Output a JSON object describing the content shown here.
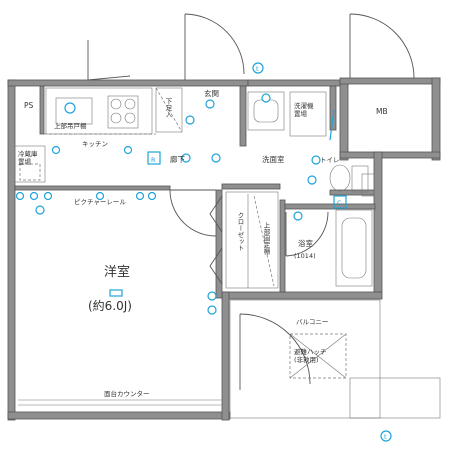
{
  "rooms": {
    "ps": "PS",
    "mb": "MB",
    "entrance": "玄関",
    "shoe_storage": "下足入",
    "top_cabinet": "上部吊戸棚",
    "kitchen": "キッチン",
    "fridge": "冷蔵庫\n置場",
    "hallway": "廊下",
    "picture_rail": "ピクチャーレール",
    "washroom": "洗面室",
    "washer": "洗濯機\n置場",
    "toilet": "トイレ",
    "closet": "クローゼット",
    "top_fixed_shelf": "上部固定棚",
    "bathroom": "浴室",
    "bath_size": "(1014)",
    "western_room": "洋室",
    "western_room_size": "(約6.0J)",
    "balcony": "バルコニー",
    "emergency_hatch": "避難ハッチ\n(非救用)",
    "counter": "面台カウンター"
  },
  "symbols": {
    "r_label": "R",
    "c_label": "C",
    "t_label": "t"
  },
  "colors": {
    "wall": "#8f8f8f",
    "fixture": "#1fa3d8",
    "line": "#555555"
  }
}
